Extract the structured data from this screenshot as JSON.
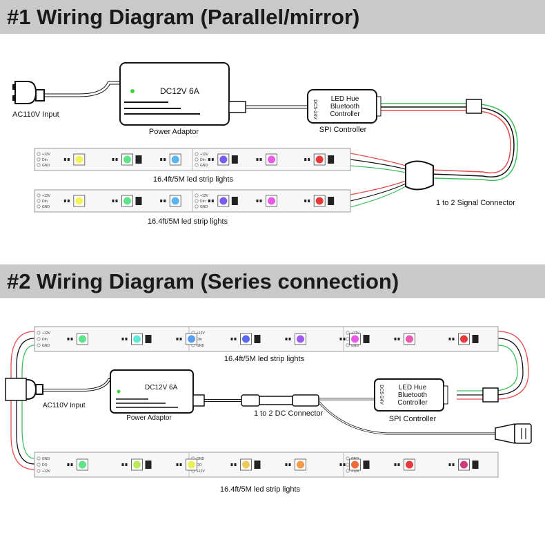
{
  "section1": {
    "title": "#1 Wiring Diagram (Parallel/mirror)",
    "ac_input": "AC110V Input",
    "adaptor_rating": "DC12V 6A",
    "adaptor_label": "Power Adaptor",
    "controller_lines": [
      "LED Hue",
      "Bluetooth",
      "Controller"
    ],
    "controller_side": "DC5-24V",
    "controller_label": "SPI Controller",
    "strip1_label": "16.4ft/5M led strip lights",
    "strip2_label": "16.4ft/5M led strip lights",
    "connector_label": "1 to 2 Signal Connector",
    "pin_labels": [
      "+12V",
      "DIn",
      "GND"
    ]
  },
  "section2": {
    "title": "#2 Wiring Diagram (Series connection)",
    "ac_input": "AC110V Input",
    "adaptor_rating": "DC12V 6A",
    "adaptor_label": "Power Adaptor",
    "controller_lines": [
      "LED Hue",
      "Bluetooth",
      "Controller"
    ],
    "controller_side": "DC5-24V",
    "controller_label": "SPI Controller",
    "dc_connector_label": "1 to 2 DC Connector",
    "top_strip_label": "16.4ft/5M led strip lights",
    "bottom_strip_label": "16.4ft/5M led strip lights",
    "pin_labels_top": [
      "+12V",
      "DIn",
      "GND"
    ],
    "pin_labels_bottom": [
      "GND",
      "DO",
      "+12V"
    ]
  },
  "colors": {
    "banner_bg": "#c9c9c9",
    "wire_red": "#e64a4a",
    "wire_green": "#3cbf5a",
    "led_colors_strip1": [
      "#f4f25a",
      "#5ee28a",
      "#5ab4f0",
      "#7a5af0",
      "#e85ae6",
      "#e63a3a"
    ],
    "led_colors_strip2": [
      "#f4f25a",
      "#5ee28a",
      "#5ab4f0",
      "#7a5af0",
      "#e85ae6",
      "#e63a3a"
    ],
    "led_colors_series_top": [
      "#5ee28a",
      "#5ee8d8",
      "#5a9ef0",
      "#5a6af0",
      "#a05af0",
      "#e85ae6",
      "#e85ab0",
      "#e63a3a"
    ],
    "led_colors_series_bottom": [
      "#5ee28a",
      "#b8ea5a",
      "#eaf05a",
      "#f0c85a",
      "#f09a4a",
      "#f06a3a",
      "#e63a3a",
      "#d03a7a"
    ]
  }
}
